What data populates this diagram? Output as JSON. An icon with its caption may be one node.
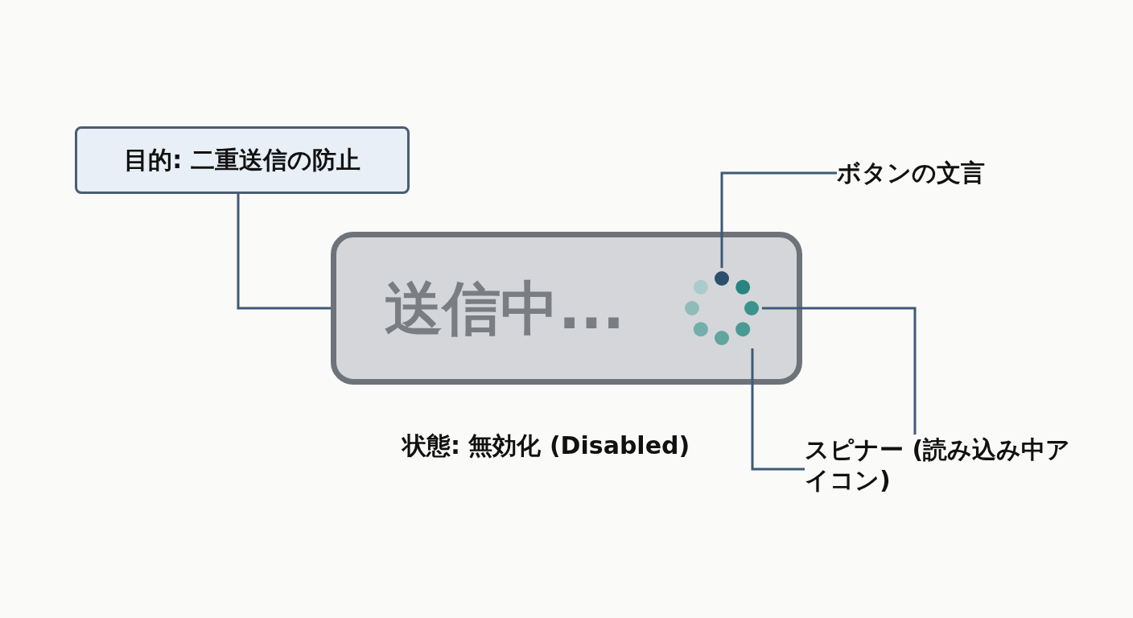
{
  "diagram": {
    "nodes": [
      {
        "text": [
          "目的: 二重送信の防止"
        ]
      },
      {
        "text": [
          "ボタンの文言"
        ]
      },
      {
        "text": [
          "送信中..."
        ]
      },
      {
        "text": [],
        "shape": "picture",
        "in": 2
      },
      {
        "text": [
          "スピナー (読み込み中アイコン)"
        ]
      }
    ],
    "edges": [
      {
        "from": 0,
        "to": 2,
        "arrow": "none"
      },
      {
        "from": 1,
        "to": 3,
        "arrow": "none"
      },
      {
        "from": 3,
        "to": 4,
        "arrow": "none"
      },
      {
        "from": 3,
        "to": 4,
        "arrow": "none"
      }
    ],
    "labels": [
      "状態: 無効化 (Disabled)"
    ]
  }
}
